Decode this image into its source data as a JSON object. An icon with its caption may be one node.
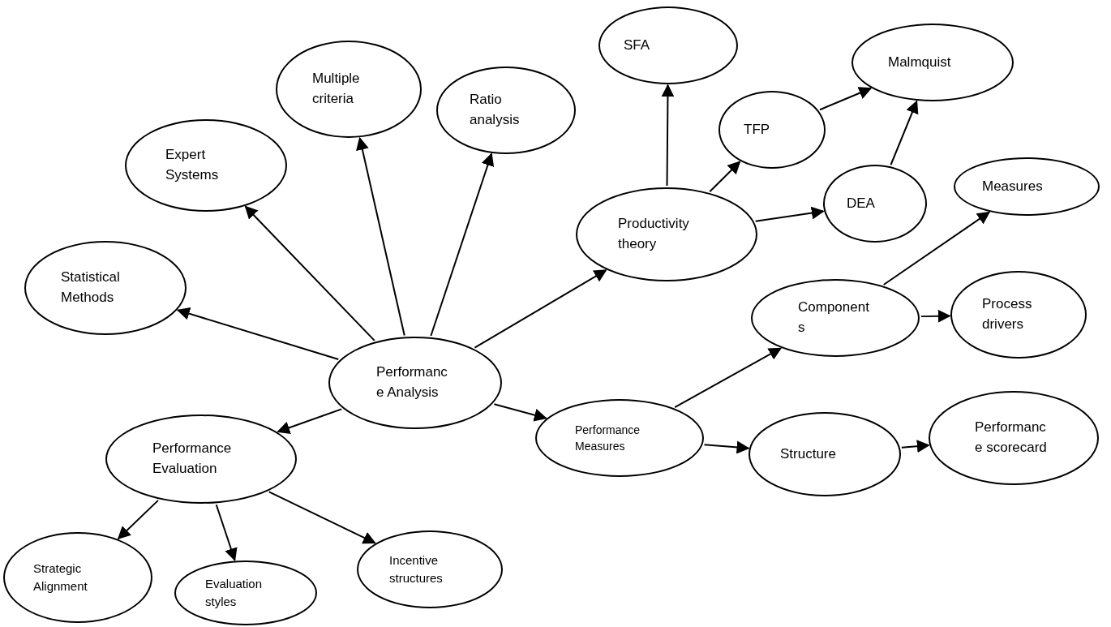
{
  "diagram": {
    "nodes": [
      {
        "text": [
          "Performanc e Analysis"
        ]
      },
      {
        "text": [
          "Statistical Methods"
        ]
      },
      {
        "text": [
          "Expert Systems"
        ]
      },
      {
        "text": [
          "Multiple criteria"
        ]
      },
      {
        "text": [
          "Ratio analysis"
        ]
      },
      {
        "text": [
          "Productivity theory"
        ]
      },
      {
        "text": [
          "SFA"
        ]
      },
      {
        "text": [
          "TFP"
        ]
      },
      {
        "text": [
          "Malmquist"
        ]
      },
      {
        "text": [
          "DEA"
        ]
      },
      {
        "text": [
          "Measures"
        ]
      },
      {
        "text": [
          "Performance Measures"
        ]
      },
      {
        "text": [
          "Component s"
        ]
      },
      {
        "text": [
          "Process drivers"
        ]
      },
      {
        "text": [
          "Structure"
        ]
      },
      {
        "text": [
          "Performanc e scorecard"
        ]
      },
      {
        "text": [
          "Performance Evaluation"
        ]
      },
      {
        "text": [
          "Strategic Alignment"
        ]
      },
      {
        "text": [
          "Evaluation styles"
        ]
      },
      {
        "text": [
          "Incentive structures"
        ]
      }
    ],
    "edges": [
      {
        "from": 0,
        "to": 1,
        "arrow": "to"
      },
      {
        "from": 0,
        "to": 2,
        "arrow": "to"
      },
      {
        "from": 0,
        "to": 3,
        "arrow": "to"
      },
      {
        "from": 0,
        "to": 4,
        "arrow": "to"
      },
      {
        "from": 0,
        "to": 5,
        "arrow": "to"
      },
      {
        "from": 5,
        "to": 6,
        "arrow": "to"
      },
      {
        "from": 5,
        "to": 7,
        "arrow": "to"
      },
      {
        "from": 7,
        "to": 8,
        "arrow": "to"
      },
      {
        "from": 5,
        "to": 9,
        "arrow": "to"
      },
      {
        "from": 9,
        "to": 8,
        "arrow": "to"
      },
      {
        "from": 12,
        "to": 10,
        "arrow": "to"
      },
      {
        "from": 0,
        "to": 11,
        "arrow": "to"
      },
      {
        "from": 11,
        "to": 12,
        "arrow": "to"
      },
      {
        "from": 12,
        "to": 13,
        "arrow": "to"
      },
      {
        "from": 11,
        "to": 14,
        "arrow": "to"
      },
      {
        "from": 14,
        "to": 15,
        "arrow": "to"
      },
      {
        "from": 0,
        "to": 16,
        "arrow": "to"
      },
      {
        "from": 16,
        "to": 17,
        "arrow": "to"
      },
      {
        "from": 16,
        "to": 18,
        "arrow": "to"
      },
      {
        "from": 16,
        "to": 19,
        "arrow": "to"
      }
    ]
  }
}
